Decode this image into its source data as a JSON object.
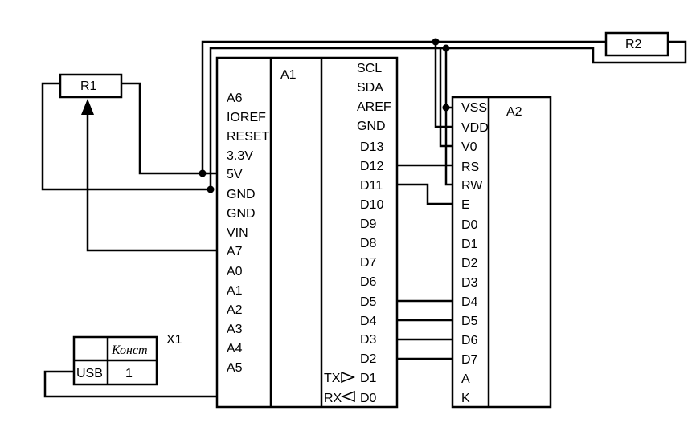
{
  "components": {
    "a1": {
      "designator": "A1",
      "left_pins": [
        "A6",
        "IOREF",
        "RESET",
        "3.3V",
        "5V",
        "GND",
        "GND",
        "VIN",
        "A7",
        "A0",
        "A1",
        "A2",
        "A3",
        "A4",
        "A5"
      ],
      "right_pins": [
        "SCL",
        "SDA",
        "AREF",
        "GND",
        "D13",
        "D12",
        "D11",
        "D10",
        "D9",
        "D8",
        "D7",
        "D6",
        "D5",
        "D4",
        "D3",
        "D2",
        "D1",
        "D0"
      ],
      "tx_label": "TX",
      "rx_label": "RX"
    },
    "a2": {
      "designator": "A2",
      "pins": [
        "VSS",
        "VDD",
        "V0",
        "RS",
        "RW",
        "E",
        "D0",
        "D1",
        "D2",
        "D3",
        "D4",
        "D5",
        "D6",
        "D7",
        "A",
        "K"
      ]
    },
    "r1": {
      "designator": "R1"
    },
    "r2": {
      "designator": "R2"
    },
    "x1": {
      "designator": "X1",
      "header_label": "Конст",
      "port_label": "USB",
      "value": "1"
    }
  }
}
